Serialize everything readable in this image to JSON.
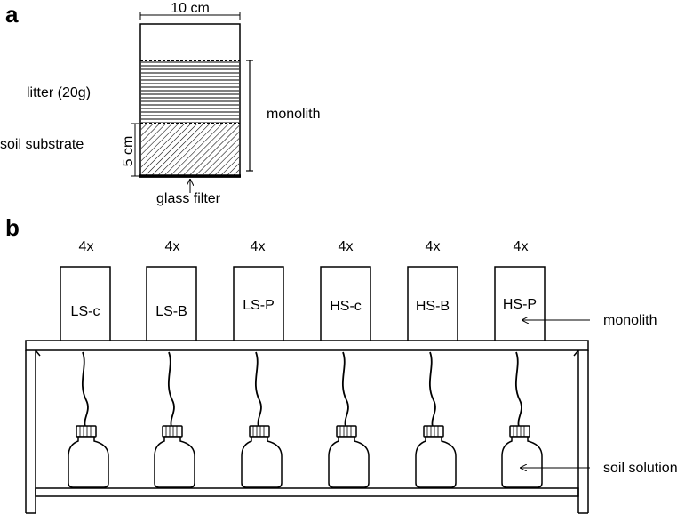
{
  "panel_a": {
    "letter": "a",
    "width_label": "10 cm",
    "height_label": "5 cm",
    "litter_label": "litter (20g)",
    "soil_label": "soil substrate",
    "monolith_label": "monolith",
    "filter_label": "glass filter"
  },
  "panel_b": {
    "letter": "b",
    "monolith_label": "monolith",
    "solution_label": "soil solution",
    "columns": [
      {
        "replicates": "4x",
        "name": "LS-c"
      },
      {
        "replicates": "4x",
        "name": "LS-B"
      },
      {
        "replicates": "4x",
        "name": "LS-P"
      },
      {
        "replicates": "4x",
        "name": "HS-c"
      },
      {
        "replicates": "4x",
        "name": "HS-B"
      },
      {
        "replicates": "4x",
        "name": "HS-P"
      }
    ]
  }
}
